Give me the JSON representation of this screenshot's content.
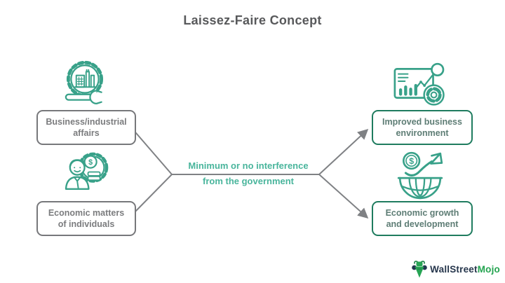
{
  "title": "Laissez-Faire Concept",
  "center_label": {
    "line1": "Minimum or no interference",
    "line2": "from the government"
  },
  "left_items": [
    {
      "icon": "industry-gear-wrench-icon",
      "line1": "Business/industrial",
      "line2": "affairs"
    },
    {
      "icon": "person-savings-gear-icon",
      "line1": "Economic matters",
      "line2": "of individuals"
    }
  ],
  "right_items": [
    {
      "icon": "analytics-dashboard-icon",
      "line1": "Improved business",
      "line2": "environment"
    },
    {
      "icon": "global-growth-arrow-icon",
      "line1": "Economic growth",
      "line2": "and development"
    }
  ],
  "icons": {
    "dollar_glyph": "$"
  },
  "logo": {
    "icon": "bull-mascot-icon",
    "brand_primary": "WallStreet",
    "brand_secondary": "Mojo"
  },
  "colors": {
    "icon_teal": "#38a189",
    "center_text_teal": "#49b59c",
    "left_box_border": "#77787b",
    "left_box_text": "#7b7c7e",
    "right_box_border": "#1f7c5f",
    "right_box_text": "#5e7d75",
    "connector_gray": "#7f8184",
    "title_gray": "#58595b",
    "logo_navy": "#26364c",
    "logo_green": "#23a34f",
    "background": "#ffffff"
  }
}
